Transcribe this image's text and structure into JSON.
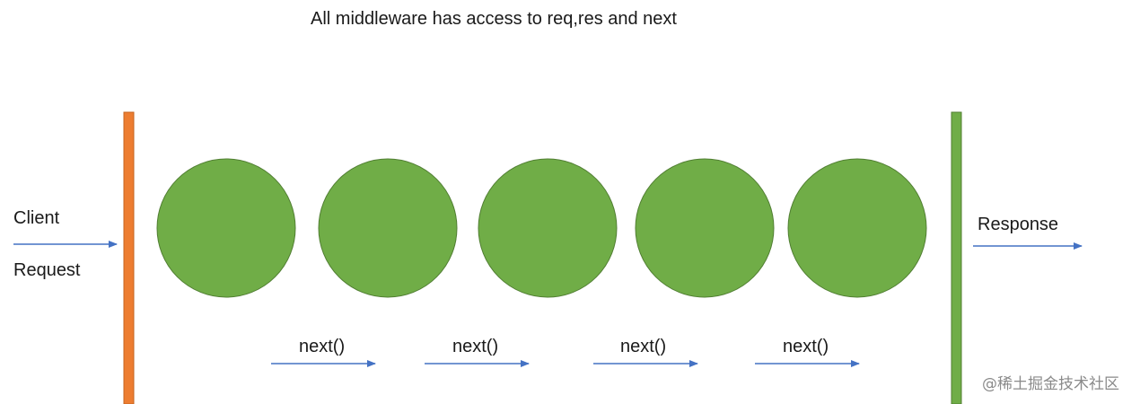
{
  "title": "All middleware has access to req,res and next",
  "client": {
    "label": "Client",
    "sublabel": "Request"
  },
  "response": {
    "label": "Response"
  },
  "middleware_count": 5,
  "next_labels": [
    "next()",
    "next()",
    "next()",
    "next()"
  ],
  "watermark": "@稀土掘金技术社区",
  "colors": {
    "client_bar": "#ed7d31",
    "response_bar": "#70ad47",
    "middleware_fill": "#70ad47",
    "middleware_stroke": "#507e32",
    "arrow": "#4472c4"
  }
}
